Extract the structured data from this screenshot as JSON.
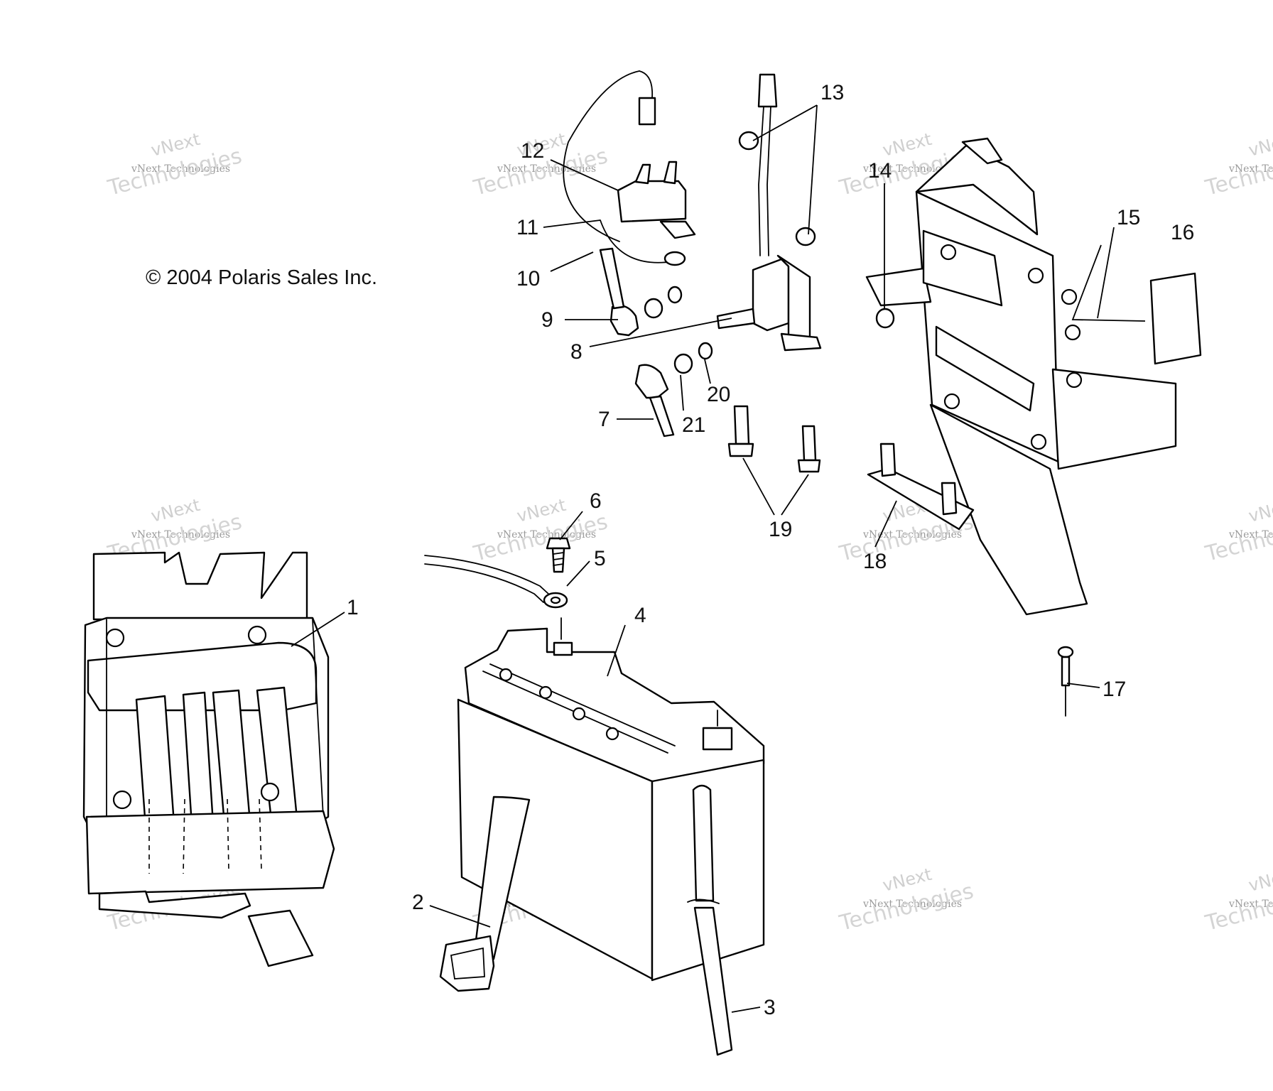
{
  "copyright": "© 2004 Polaris Sales Inc.",
  "watermark": {
    "line1": "vNext",
    "line2": "vNext Technologies",
    "line3": "Technologies"
  },
  "callouts": [
    "1",
    "2",
    "3",
    "4",
    "5",
    "6",
    "7",
    "8",
    "9",
    "10",
    "11",
    "12",
    "13",
    "14",
    "15",
    "16",
    "17",
    "18",
    "19",
    "20",
    "21"
  ]
}
